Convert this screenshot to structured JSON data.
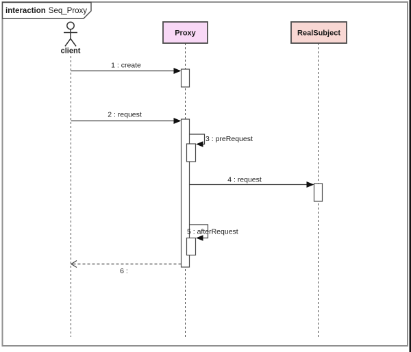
{
  "diagram": {
    "frame": {
      "keyword": "interaction",
      "name": "Seq_Proxy"
    },
    "lifelines": [
      {
        "id": "client",
        "kind": "actor",
        "label": "client"
      },
      {
        "id": "proxy",
        "kind": "object",
        "label": "Proxy",
        "fill": "#f8d8f6"
      },
      {
        "id": "realsubject",
        "kind": "object",
        "label": "RealSubject",
        "fill": "#f8d7d3"
      }
    ],
    "messages": [
      {
        "num": "1",
        "label": "1 : create",
        "kind": "sync",
        "from": "client",
        "to": "proxy"
      },
      {
        "num": "2",
        "label": "2 : request",
        "kind": "sync",
        "from": "client",
        "to": "proxy"
      },
      {
        "num": "3",
        "label": "3 : preRequest",
        "kind": "self",
        "from": "proxy",
        "to": "proxy"
      },
      {
        "num": "4",
        "label": "4 : request",
        "kind": "sync",
        "from": "proxy",
        "to": "realsubject"
      },
      {
        "num": "5",
        "label": "5 : afterRequest",
        "kind": "self",
        "from": "proxy",
        "to": "proxy"
      },
      {
        "num": "6",
        "label": "6 :",
        "kind": "return",
        "from": "proxy",
        "to": "client"
      }
    ],
    "colors": {
      "background": "#ffffff",
      "frame_border": "#8f8f8f",
      "shape_border": "#4a4a4a",
      "message_line": "#3f3f3f",
      "proxy_fill": "#f8d8f6",
      "realsubject_fill": "#f8d7d3",
      "right_edge": "#151515"
    }
  }
}
